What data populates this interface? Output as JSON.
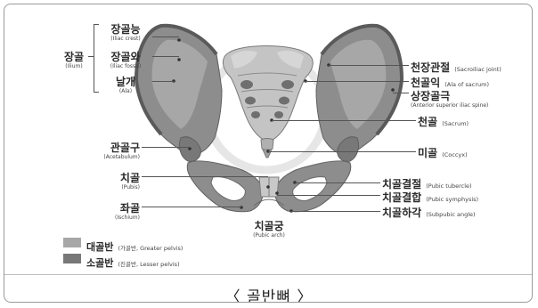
{
  "labels": {
    "iliac_crest": {
      "ko": "장골능",
      "en": "(Iliac crest)"
    },
    "iliac_fossa": {
      "ko": "장골와",
      "en": "(Iliac fossa)"
    },
    "ala": {
      "ko": "날개",
      "en": "(Ala)"
    },
    "ilium": {
      "ko": "장골",
      "en": "(Ilium)"
    },
    "acetabulum": {
      "ko": "관골구",
      "en": "(Acetabulum)"
    },
    "pubis": {
      "ko": "치골",
      "en": "(Pubis)"
    },
    "ischium": {
      "ko": "좌골",
      "en": "(Ischium)"
    },
    "pubic_arch": {
      "ko": "치골궁",
      "en": "(Pubic arch)"
    },
    "sacroiliac": {
      "ko": "천장관절",
      "en": "(Sacroiliac joint)"
    },
    "ala_sacrum": {
      "ko": "천골익",
      "en": "(Ala of sacrum)"
    },
    "asis": {
      "ko": "상장골극",
      "en": "(Anterior superior iliac spine)"
    },
    "sacrum": {
      "ko": "천골",
      "en": "(Sacrum)"
    },
    "coccyx": {
      "ko": "미골",
      "en": "(Coccyx)"
    },
    "pubic_tubercle": {
      "ko": "치골결절",
      "en": "(Pubic tubercle)"
    },
    "pubic_symphysis": {
      "ko": "치골결합",
      "en": "(Pubic symphysis)"
    },
    "subpubic_angle": {
      "ko": "치골하각",
      "en": "(Subpubic angle)"
    }
  },
  "legend": [
    {
      "ko": "대골반",
      "en": "(가골반, Greater pelvis)",
      "color": "#a7a7a7"
    },
    {
      "ko": "소골반",
      "en": "(진골반, Lesser pelvis)",
      "color": "#787878"
    }
  ],
  "caption": "〈 골반뼈 〉",
  "colors": {
    "bone_dark": "#6f6f6f",
    "bone_mid": "#8d8d8d",
    "bone_light": "#b8b8b8",
    "bone_pale": "#d0d0d0"
  }
}
